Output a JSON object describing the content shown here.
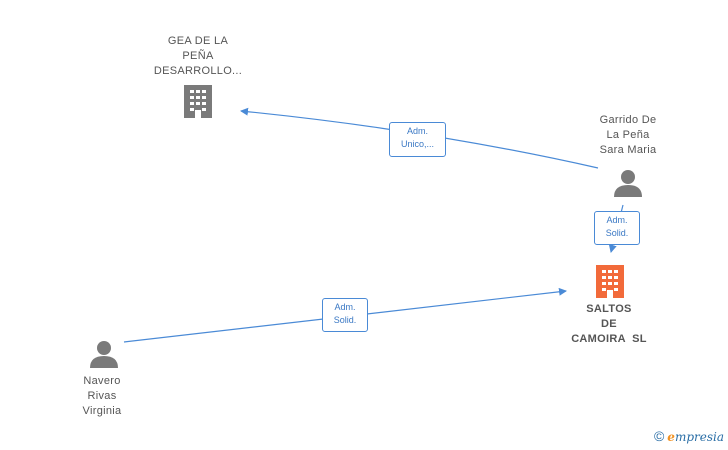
{
  "nodes": {
    "gea": {
      "label": [
        "GEA DE LA",
        "PEÑA",
        "DESARROLLO..."
      ],
      "icon": "building-icon",
      "color": "#7a7a7a"
    },
    "garrido": {
      "label": [
        "Garrido De",
        "La Peña",
        "Sara Maria"
      ],
      "icon": "person-icon",
      "color": "#7a7a7a"
    },
    "saltos": {
      "label": [
        "SALTOS",
        "DE",
        "CAMOIRA  SL"
      ],
      "icon": "building-icon",
      "color": "#f26a3a"
    },
    "navero": {
      "label": [
        "Navero",
        "Rivas",
        "Virginia"
      ],
      "icon": "person-icon",
      "color": "#7a7a7a"
    }
  },
  "edges": [
    {
      "from": "garrido",
      "to": "gea",
      "label": [
        "Adm.",
        "Unico,..."
      ]
    },
    {
      "from": "garrido",
      "to": "saltos",
      "label": [
        "Adm.",
        "Solid."
      ]
    },
    {
      "from": "navero",
      "to": "saltos",
      "label": [
        "Adm.",
        "Solid."
      ]
    }
  ],
  "colors": {
    "edge": "#4a8ad6",
    "edge_label_text": "#3a78c4"
  },
  "brand": {
    "copyright": "©",
    "e": "e",
    "rest": "mpresia"
  }
}
